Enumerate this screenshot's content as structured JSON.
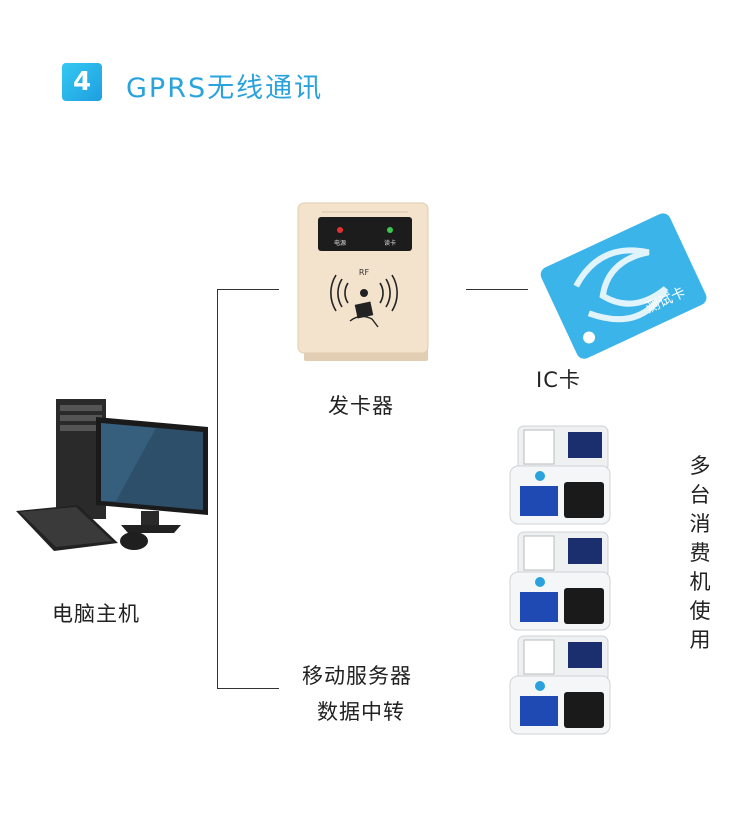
{
  "header": {
    "badge_number": "4",
    "title": "GPRS无线通讯"
  },
  "nodes": {
    "card_reader": "发卡器",
    "ic_card": "IC卡",
    "computer": "电脑主机",
    "server_line1": "移动服务器",
    "server_line2": "数据中转",
    "terminals": [
      "多",
      "台",
      "消",
      "费",
      "机",
      "使",
      "用"
    ]
  },
  "card_reader_device": {
    "led_left": "电源",
    "led_right": "读卡",
    "rf": "RF"
  },
  "ic_card_face": {
    "text": "测试卡"
  },
  "colors": {
    "accent": "#2aa3dc",
    "card": "#3bb4ea",
    "reader": "#f3e3cc"
  }
}
